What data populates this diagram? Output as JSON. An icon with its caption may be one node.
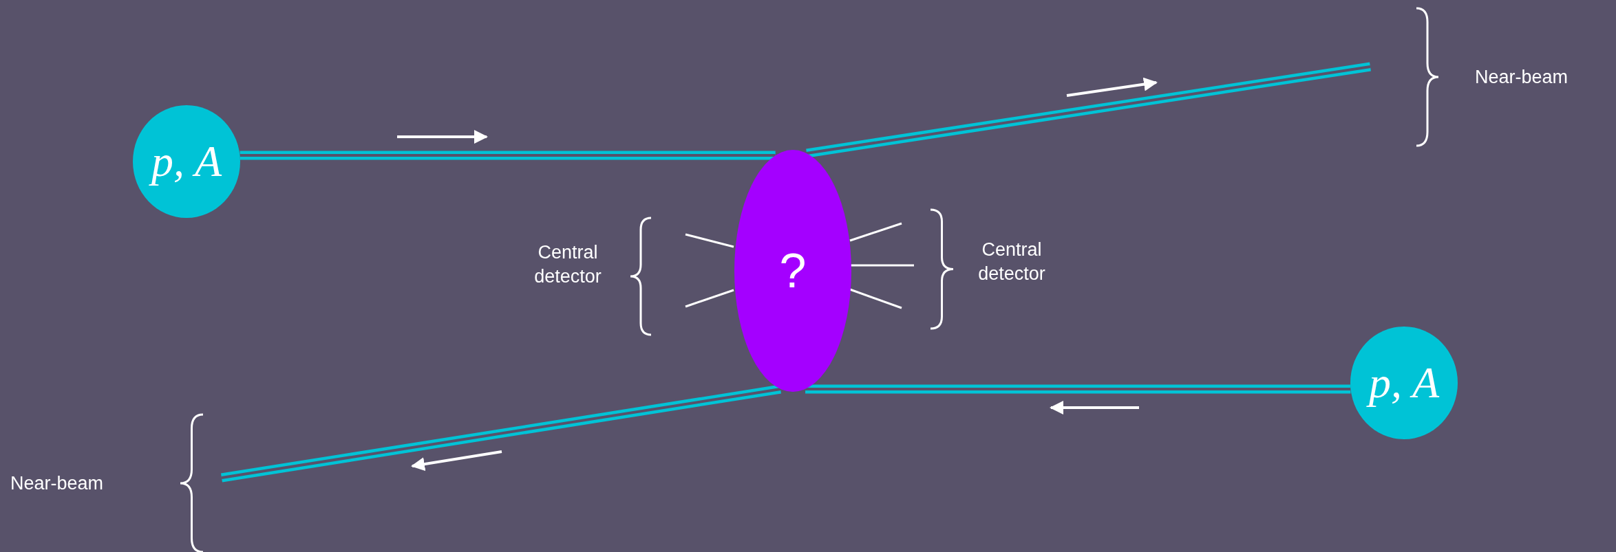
{
  "diagram": {
    "nodes": [
      {
        "text": [
          "p, A"
        ]
      },
      {
        "text": [
          "?"
        ]
      },
      {
        "text": [
          "p, A"
        ]
      }
    ],
    "edges": [
      {
        "from": 0,
        "to": 1,
        "arrow": "none"
      },
      {
        "from": 1,
        "to": null,
        "arrow": "none"
      },
      {
        "from": 2,
        "to": 1,
        "arrow": "none"
      },
      {
        "from": 1,
        "to": null,
        "arrow": "none"
      }
    ],
    "labels": [
      "Near-beam",
      "Central detector",
      "Central detector",
      "Near-beam"
    ]
  }
}
